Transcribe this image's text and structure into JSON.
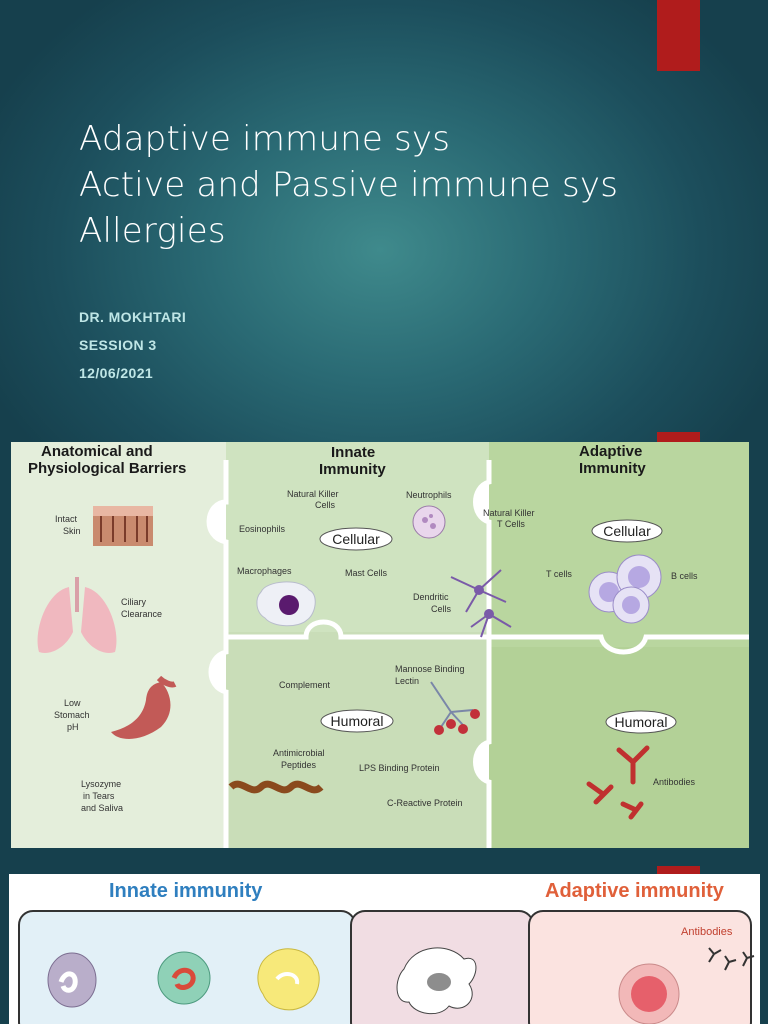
{
  "slide": {
    "title_lines": [
      "Adaptive immune sys",
      "Active and Passive immune sys",
      "Allergies"
    ],
    "author": "DR. MOKHTARI",
    "session": "SESSION 3",
    "date": "12/06/2021",
    "accent_color": "#b01c1c"
  },
  "puzzle_figure": {
    "headers": {
      "barriers_line1": "Anatomical and",
      "barriers_line2": "Physiological Barriers",
      "innate_line1": "Innate",
      "innate_line2": "Immunity",
      "adaptive_line1": "Adaptive",
      "adaptive_line2": "Immunity"
    },
    "barriers": {
      "skin_1": "Intact",
      "skin_2": "Skin",
      "ciliary_1": "Ciliary",
      "ciliary_2": "Clearance",
      "stomach_1": "Low",
      "stomach_2": "Stomach",
      "stomach_3": "pH",
      "lysozyme_1": "Lysozyme",
      "lysozyme_2": "in Tears",
      "lysozyme_3": "and Saliva"
    },
    "innate": {
      "cellular": "Cellular",
      "humoral": "Humoral",
      "nk_1": "Natural Killer",
      "nk_2": "Cells",
      "neutrophils": "Neutrophils",
      "eosinophils": "Eosinophils",
      "macrophages": "Macrophages",
      "mast": "Mast Cells",
      "dendritic_1": "Dendritic",
      "dendritic_2": "Cells",
      "complement": "Complement",
      "mannose_1": "Mannose Binding",
      "mannose_2": "Lectin",
      "antimicrobial_1": "Antimicrobial",
      "antimicrobial_2": "Peptides",
      "lps": "LPS Binding Protein",
      "crp": "C-Reactive Protein"
    },
    "adaptive": {
      "cellular": "Cellular",
      "humoral": "Humoral",
      "nkt_1": "Natural Killer",
      "nkt_2": "T Cells",
      "tcells": "T cells",
      "bcells": "B cells",
      "antibodies": "Antibodies"
    }
  },
  "bottom_figure": {
    "innate_title": "Innate immunity",
    "adaptive_title": "Adaptive immunity",
    "antibodies": "Antibodies"
  }
}
